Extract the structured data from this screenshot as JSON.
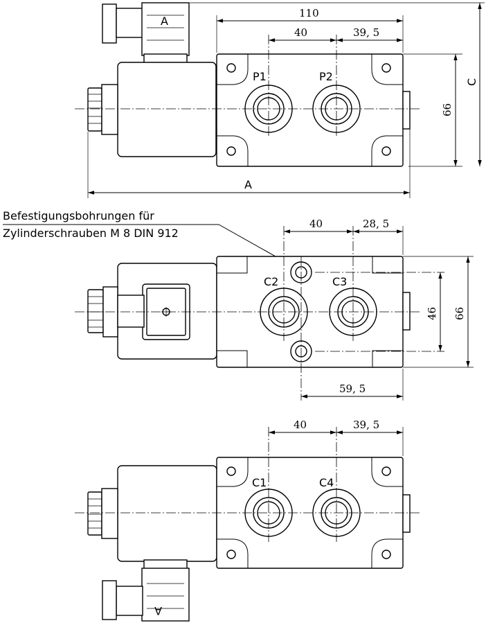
{
  "note": {
    "line1": "Befestigungsbohrungen für",
    "line2": "Zylinderschrauben M 8 DIN 912"
  },
  "view_top": {
    "dims": {
      "width_total": "110",
      "p_spacing": "40",
      "p2_offset": "39, 5",
      "height": "66",
      "c": "C",
      "a": "A"
    },
    "ports": {
      "p1": "P1",
      "p2": "P2"
    },
    "plug_letter": "A"
  },
  "view_middle": {
    "dims": {
      "c_spacing": "40",
      "c3_offset": "28, 5",
      "bolt_spacing": "46",
      "height": "66",
      "bolt_offset": "59, 5"
    },
    "ports": {
      "c2": "C2",
      "c3": "C3"
    }
  },
  "view_bottom": {
    "dims": {
      "c_spacing": "40",
      "c4_offset": "39, 5"
    },
    "ports": {
      "c1": "C1",
      "c4": "C4"
    },
    "plug_letter": "A"
  }
}
